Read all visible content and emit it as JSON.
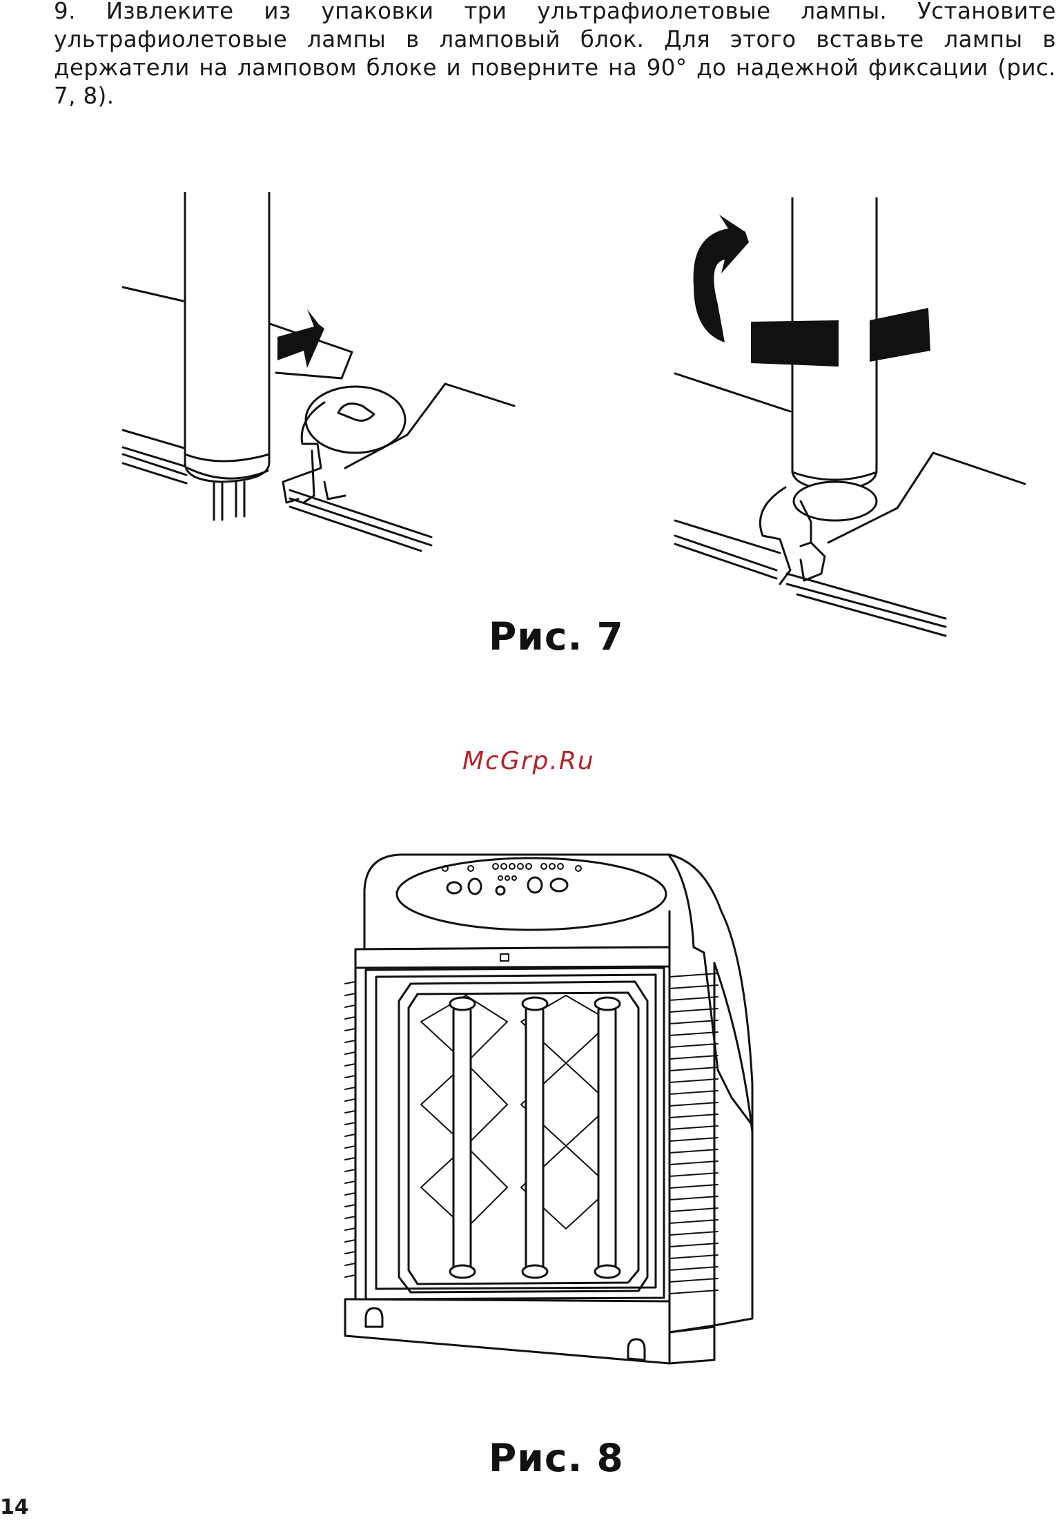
{
  "document": {
    "instruction": "9. Извлеките из упаковки три ультрафиолетовые лампы. Установите ультрафиолетовые лампы в ламповый блок. Для этого вставьте лампы в держатели на ламповом блоке и поверните на 90° до надежной фиксации (рис. 7, 8).",
    "figure7_caption": "Рис. 7",
    "figure8_caption": "Рис. 8",
    "watermark": "McGrp.Ru",
    "page_number": "14"
  },
  "colors": {
    "text": "#1a1a1a",
    "watermark": "#b5222a",
    "background": "#ffffff"
  }
}
